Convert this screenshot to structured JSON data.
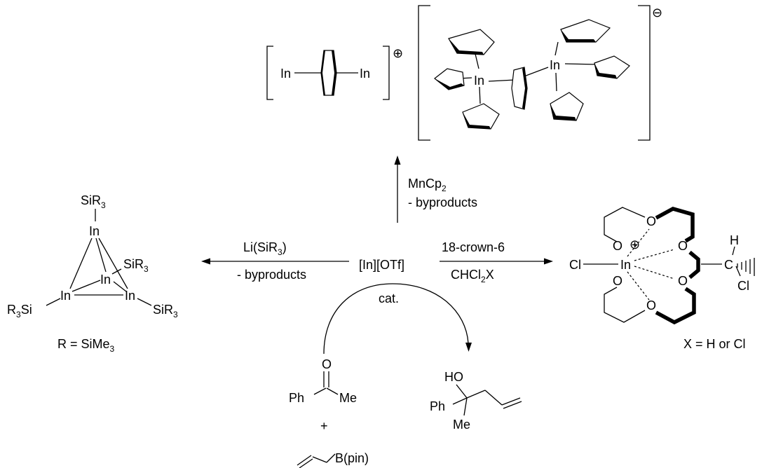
{
  "center": {
    "reagent": "[In][OTf]"
  },
  "arrows": {
    "up": {
      "line1": "MnCp",
      "line1_sub": "2",
      "line2": "- byproducts"
    },
    "left": {
      "line1": "Li(SiR",
      "line1_sub": "3",
      "line1_end": ")",
      "line2": "- byproducts"
    },
    "right": {
      "line1": "18-crown-6",
      "line2": "CHCl",
      "line2_sub": "2",
      "line2_end": "X"
    },
    "down": {
      "label": "cat."
    }
  },
  "cation_complex": {
    "atom_left": "In",
    "atom_right": "In",
    "charge": "⊕"
  },
  "anion_complex": {
    "atom_left": "In",
    "atom_right": "In",
    "charge": "⊖"
  },
  "cluster": {
    "atom": "In",
    "silyl": "SiR",
    "silyl_sub": "3",
    "silyl_left": "R",
    "silyl_left_sub": "3",
    "silyl_left_end": "Si",
    "r_def": "R = SiMe",
    "r_def_sub": "3"
  },
  "crown_complex": {
    "metal": "In",
    "charge": "⊕",
    "oxygen": "O",
    "chloride": "Cl",
    "carbon": "C",
    "hydrogen": "H",
    "x_note": "X = H or Cl"
  },
  "reactants": {
    "ketone_o": "O",
    "ph": "Ph",
    "me": "Me",
    "plus": "+",
    "boron": "B(pin)"
  },
  "product": {
    "ho": "HO",
    "ph": "Ph",
    "me": "Me"
  }
}
